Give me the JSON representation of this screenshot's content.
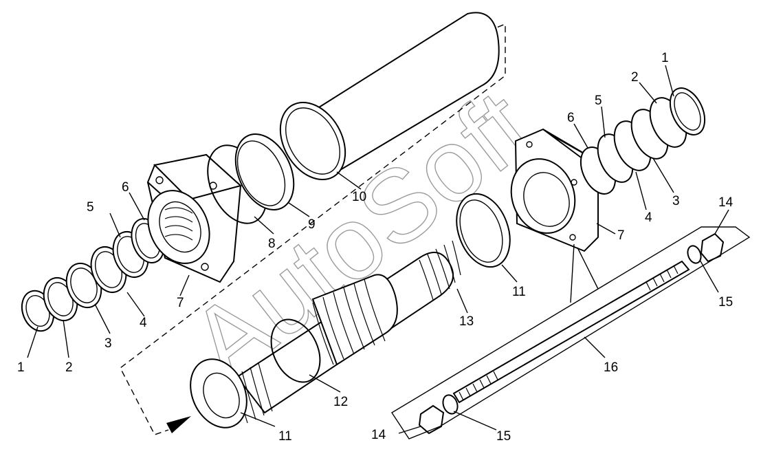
{
  "watermark": "AutoSoft",
  "callouts": {
    "c1_left": "1",
    "c2_left": "2",
    "c3_left": "3",
    "c4_left": "4",
    "c5_left": "5",
    "c6_left": "6",
    "c7_left": "7",
    "c8": "8",
    "c9": "9",
    "c10": "10",
    "c11_top": "11",
    "c11_bottom": "11",
    "c12": "12",
    "c13": "13",
    "c1_right": "1",
    "c2_right": "2",
    "c3_right": "3",
    "c4_right": "4",
    "c5_right": "5",
    "c6_right": "6",
    "c7_right": "7",
    "c14_top": "14",
    "c14_bottom": "14",
    "c15_top": "15",
    "c15_bottom": "15",
    "c16": "16"
  }
}
